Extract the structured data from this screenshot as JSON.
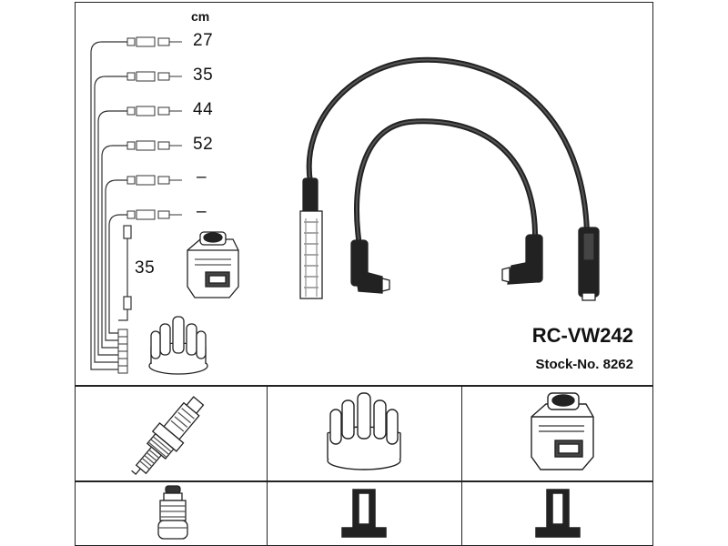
{
  "legend": {
    "unit": "cm",
    "lengths": [
      "27",
      "35",
      "44",
      "52",
      "–",
      "–"
    ],
    "coil_wire_length": "35"
  },
  "product": {
    "part_number": "RC-VW242",
    "stock_number": "Stock-No. 8262"
  },
  "icons": {
    "spark_plug": "spark-plug-icon",
    "distributor_cap": "distributor-cap-icon",
    "ignition_coil": "ignition-coil-icon",
    "plug_terminal": "plug-terminal-icon",
    "cap_terminal": "cap-terminal-icon",
    "coil_terminal": "coil-terminal-icon"
  }
}
